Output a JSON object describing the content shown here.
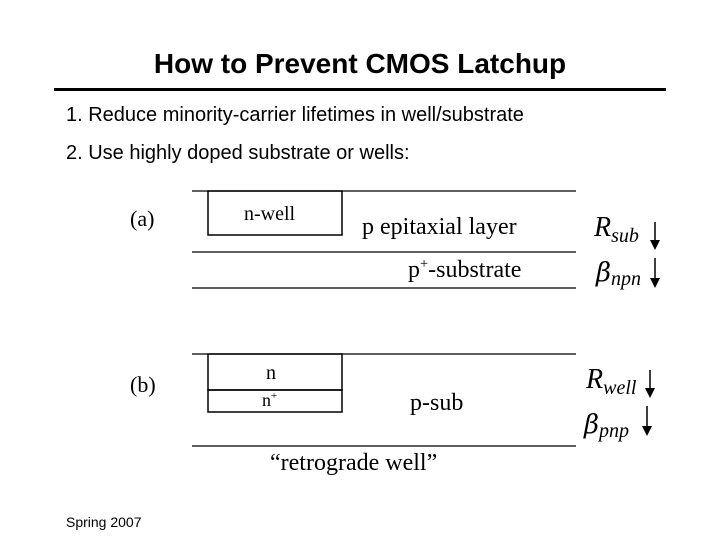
{
  "slide": {
    "title": "How to Prevent CMOS Latchup",
    "bullets": [
      "1. Reduce minority-carrier lifetimes in well/substrate",
      "2. Use highly doped substrate or wells:"
    ],
    "footer": "Spring 2007"
  },
  "diagram_a": {
    "label": "(a)",
    "well_label": "n-well",
    "epi_label": "p epitaxial layer",
    "substrate_main": "p",
    "substrate_sup": "+",
    "substrate_rest": "-substrate",
    "r_main": "R",
    "r_sub": "sub",
    "beta_symbol": "β",
    "beta_sub": "npn"
  },
  "diagram_b": {
    "label": "(b)",
    "n_label": "n",
    "nplus_main": "n",
    "nplus_sup": "+",
    "psub_label": "p-sub",
    "caption": "“retrograde well”",
    "r_main": "R",
    "r_sub": "well",
    "beta_symbol": "β",
    "beta_sub": "pnp"
  }
}
